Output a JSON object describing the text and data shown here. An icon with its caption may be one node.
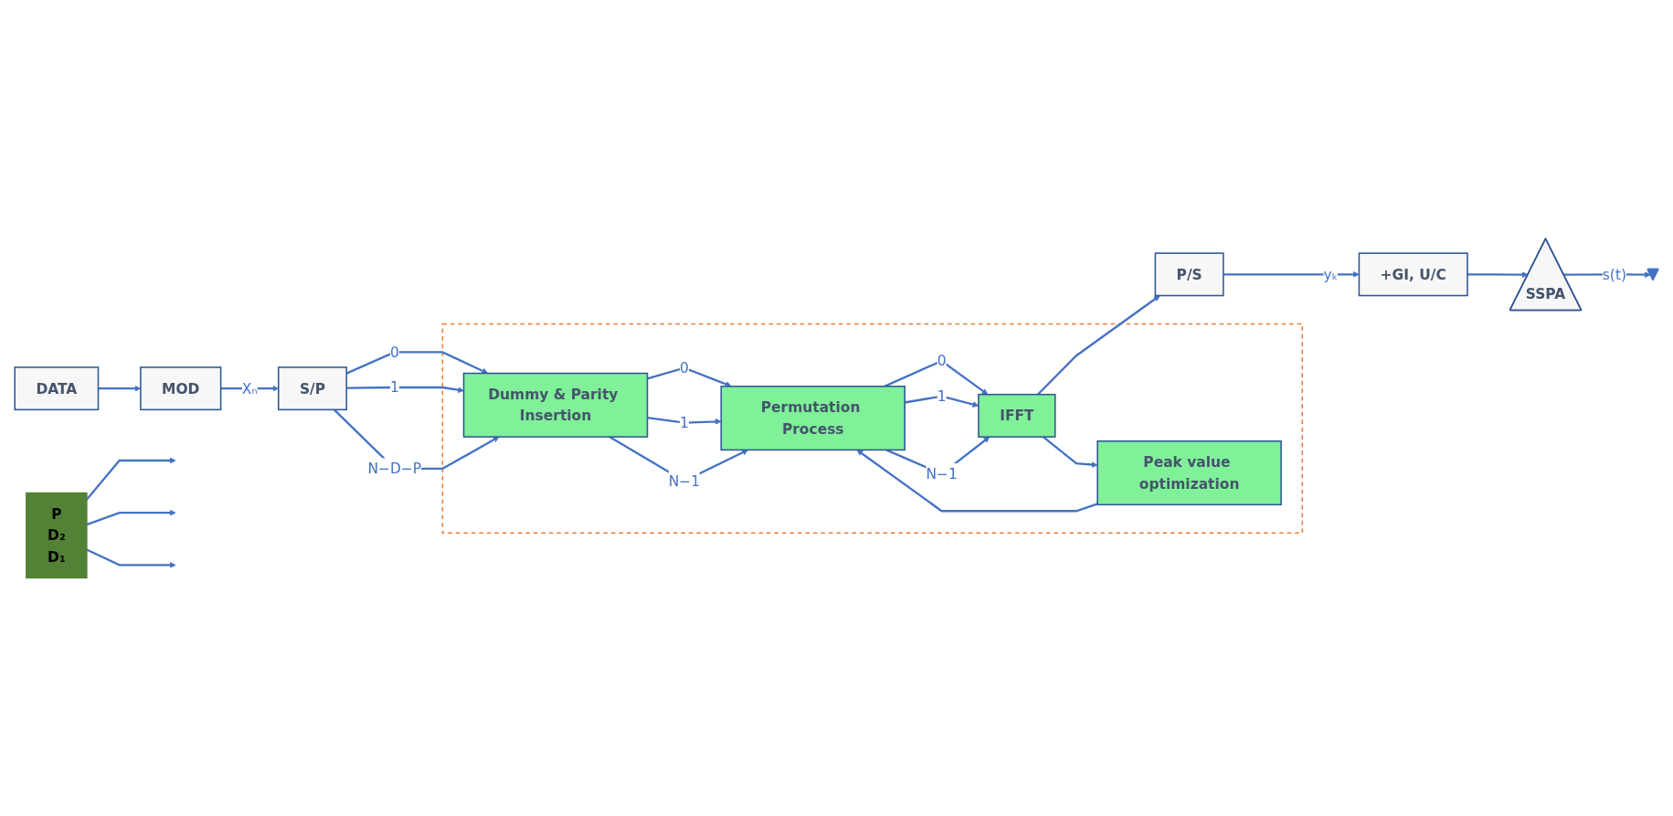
{
  "diagram": {
    "nodes": [
      {
        "text": [
          "DATA"
        ]
      },
      {
        "text": [
          "MOD"
        ]
      },
      {
        "text": [
          "S/P"
        ]
      },
      {
        "text": [],
        "shape": "box"
      },
      {
        "text": [
          "Dummy & Parity Insertion"
        ],
        "in": 3
      },
      {
        "text": [
          "Permutation Process"
        ],
        "in": 3
      },
      {
        "text": [
          "IFFT"
        ],
        "in": 3
      },
      {
        "text": [
          "Peak value optimization"
        ],
        "in": 3
      },
      {
        "text": [
          "P/S"
        ]
      },
      {
        "text": [
          "+GI, U/C"
        ]
      },
      {
        "text": [
          "SSPA"
        ]
      },
      {
        "text": [],
        "shape": "antenna"
      },
      {
        "text": [
          "P",
          "D₂",
          "D₁"
        ]
      }
    ],
    "edges": [
      {
        "from": 0,
        "to": 1,
        "arrow": "to"
      },
      {
        "from": 1,
        "to": 2,
        "arrow": "to",
        "label": "Xₙ"
      },
      {
        "from": 2,
        "to": 4,
        "arrow": "to",
        "label": "0"
      },
      {
        "from": 2,
        "to": 4,
        "arrow": "to",
        "label": "1"
      },
      {
        "from": 2,
        "to": 4,
        "arrow": "to",
        "label": "N−D−P"
      },
      {
        "from": 4,
        "to": 5,
        "arrow": "to",
        "label": "0"
      },
      {
        "from": 4,
        "to": 5,
        "arrow": "to",
        "label": "1"
      },
      {
        "from": 4,
        "to": 5,
        "arrow": "to",
        "label": "N−1"
      },
      {
        "from": 5,
        "to": 6,
        "arrow": "to",
        "label": "0"
      },
      {
        "from": 5,
        "to": 6,
        "arrow": "to",
        "label": "1"
      },
      {
        "from": 5,
        "to": 6,
        "arrow": "to",
        "label": "N−1"
      },
      {
        "from": 6,
        "to": 8,
        "arrow": "to"
      },
      {
        "from": 6,
        "to": 7,
        "arrow": "to"
      },
      {
        "from": 7,
        "to": 5,
        "arrow": "to"
      },
      {
        "from": 8,
        "to": 9,
        "arrow": "to",
        "label": "yₖ"
      },
      {
        "from": 9,
        "to": 10,
        "arrow": "to"
      },
      {
        "from": 10,
        "to": 11,
        "arrow": "to",
        "label": "s(t)"
      },
      {
        "from": 12,
        "to": null,
        "arrow": "to"
      },
      {
        "from": 12,
        "to": null,
        "arrow": "to"
      },
      {
        "from": 12,
        "to": null,
        "arrow": "to"
      }
    ]
  }
}
